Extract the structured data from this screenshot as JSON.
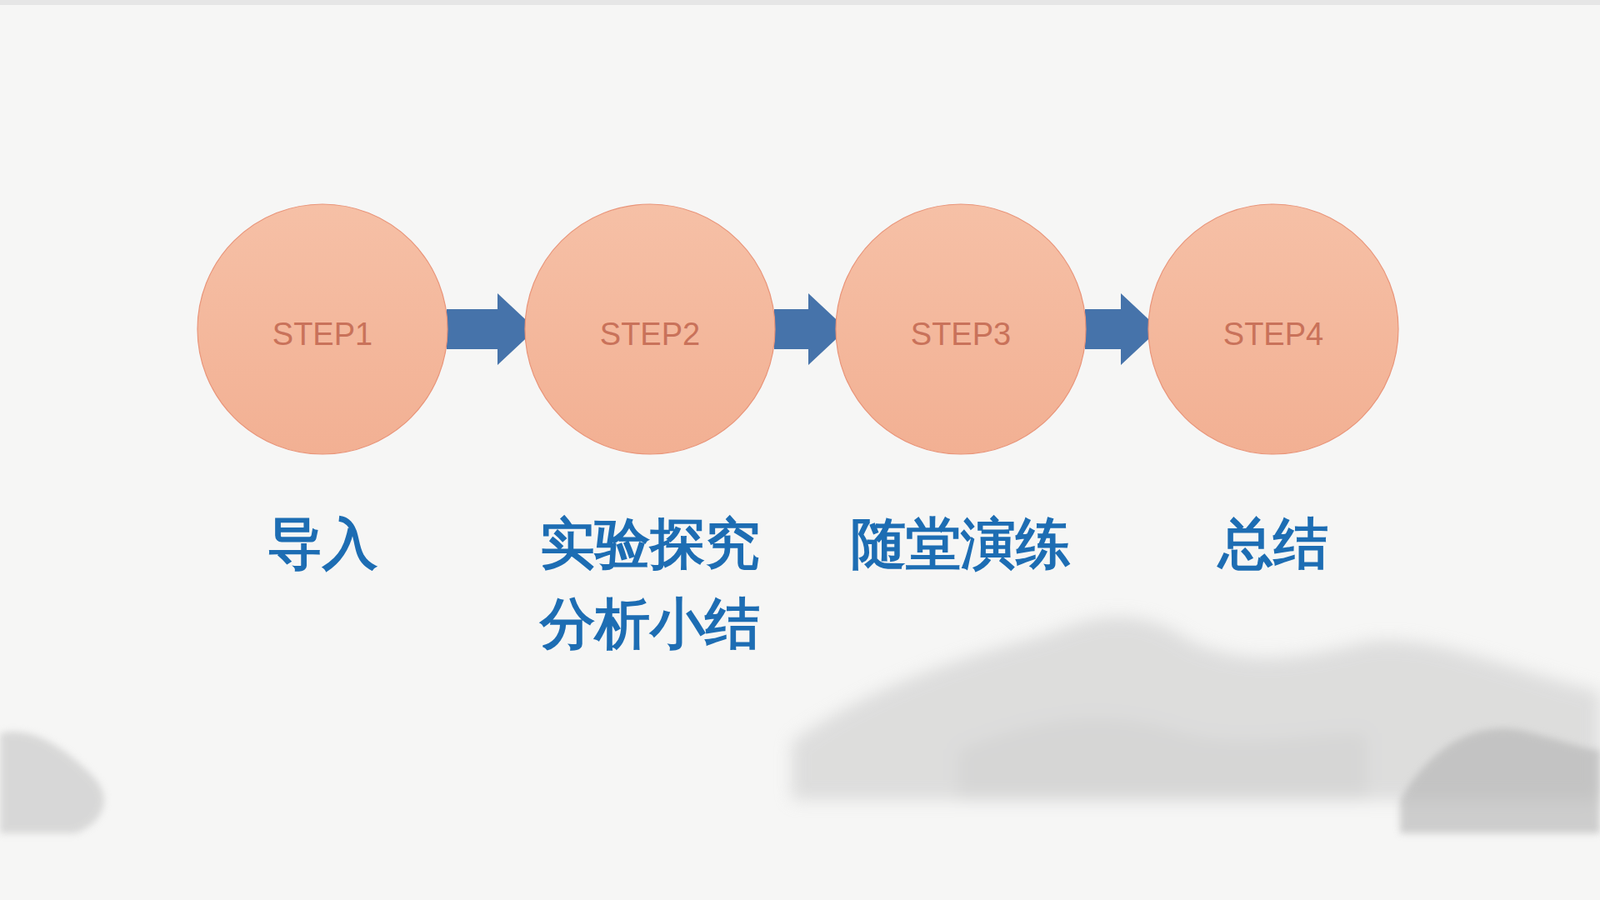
{
  "diagram": {
    "nodes": [
      {
        "text": [
          "STEP1",
          "导入"
        ]
      },
      {
        "text": [
          "STEP2",
          "实验探究 分析小结"
        ]
      },
      {
        "text": [
          "STEP3",
          "随堂演练"
        ]
      },
      {
        "text": [
          "STEP4",
          "总结"
        ]
      }
    ],
    "edges": [
      {
        "from": 0,
        "to": 1,
        "arrow": "to"
      },
      {
        "from": 1,
        "to": 2,
        "arrow": "to"
      },
      {
        "from": 2,
        "to": 3,
        "arrow": "to"
      }
    ]
  }
}
